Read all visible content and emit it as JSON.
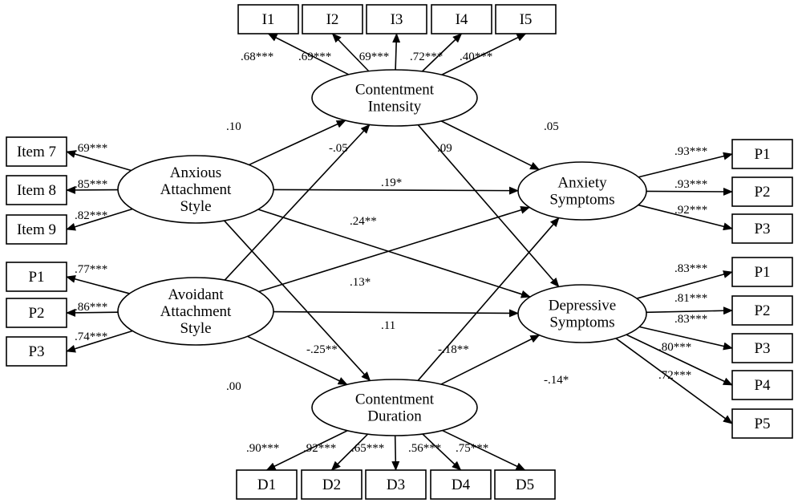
{
  "latents": {
    "ci": [
      "Contentment",
      "Intensity"
    ],
    "cd": [
      "Contentment",
      "Duration"
    ],
    "aas": [
      "Anxious",
      "Attachment",
      "Style"
    ],
    "avs": [
      "Avoidant",
      "Attachment",
      "Style"
    ],
    "anx": [
      "Anxiety",
      "Symptoms"
    ],
    "dep": [
      "Depressive",
      "Symptoms"
    ]
  },
  "indicators": {
    "ci": [
      "I1",
      "I2",
      "I3",
      "I4",
      "I5"
    ],
    "cd": [
      "D1",
      "D2",
      "D3",
      "D4",
      "D5"
    ],
    "aas": [
      "Item 7",
      "Item 8",
      "Item 9"
    ],
    "avs": [
      "P1",
      "P2",
      "P3"
    ],
    "anx": [
      "P1",
      "P2",
      "P3"
    ],
    "dep": [
      "P1",
      "P2",
      "P3",
      "P4",
      "P5"
    ]
  },
  "loadings": {
    "ci": [
      ".68***",
      ".69***",
      ".69***",
      ".72***",
      ".40***"
    ],
    "cd": [
      ".90***",
      ".92***",
      ".65***",
      ".56***",
      ".75***"
    ],
    "aas": [
      ".69***",
      ".85***",
      ".82***"
    ],
    "avs": [
      ".77***",
      ".86***",
      ".74***"
    ],
    "anx": [
      ".93***",
      ".93***",
      ".92***"
    ],
    "dep": [
      ".83***",
      ".81***",
      ".83***",
      ".80***",
      ".72***"
    ]
  },
  "paths": [
    {
      "from": "aas",
      "to": "ci",
      "coef": ".10"
    },
    {
      "from": "avs",
      "to": "ci",
      "coef": "-.05"
    },
    {
      "from": "ci",
      "to": "anx",
      "coef": ".05"
    },
    {
      "from": "ci",
      "to": "dep",
      "coef": ".09"
    },
    {
      "from": "aas",
      "to": "anx",
      "coef": ".19*"
    },
    {
      "from": "aas",
      "to": "dep",
      "coef": ".24**"
    },
    {
      "from": "avs",
      "to": "anx",
      "coef": ".13*"
    },
    {
      "from": "avs",
      "to": "dep",
      "coef": ".11"
    },
    {
      "from": "aas",
      "to": "cd",
      "coef": "-.25**"
    },
    {
      "from": "cd",
      "to": "anx",
      "coef": "-.18**"
    },
    {
      "from": "avs",
      "to": "cd",
      "coef": ".00"
    },
    {
      "from": "cd",
      "to": "dep",
      "coef": "-.14*"
    }
  ]
}
